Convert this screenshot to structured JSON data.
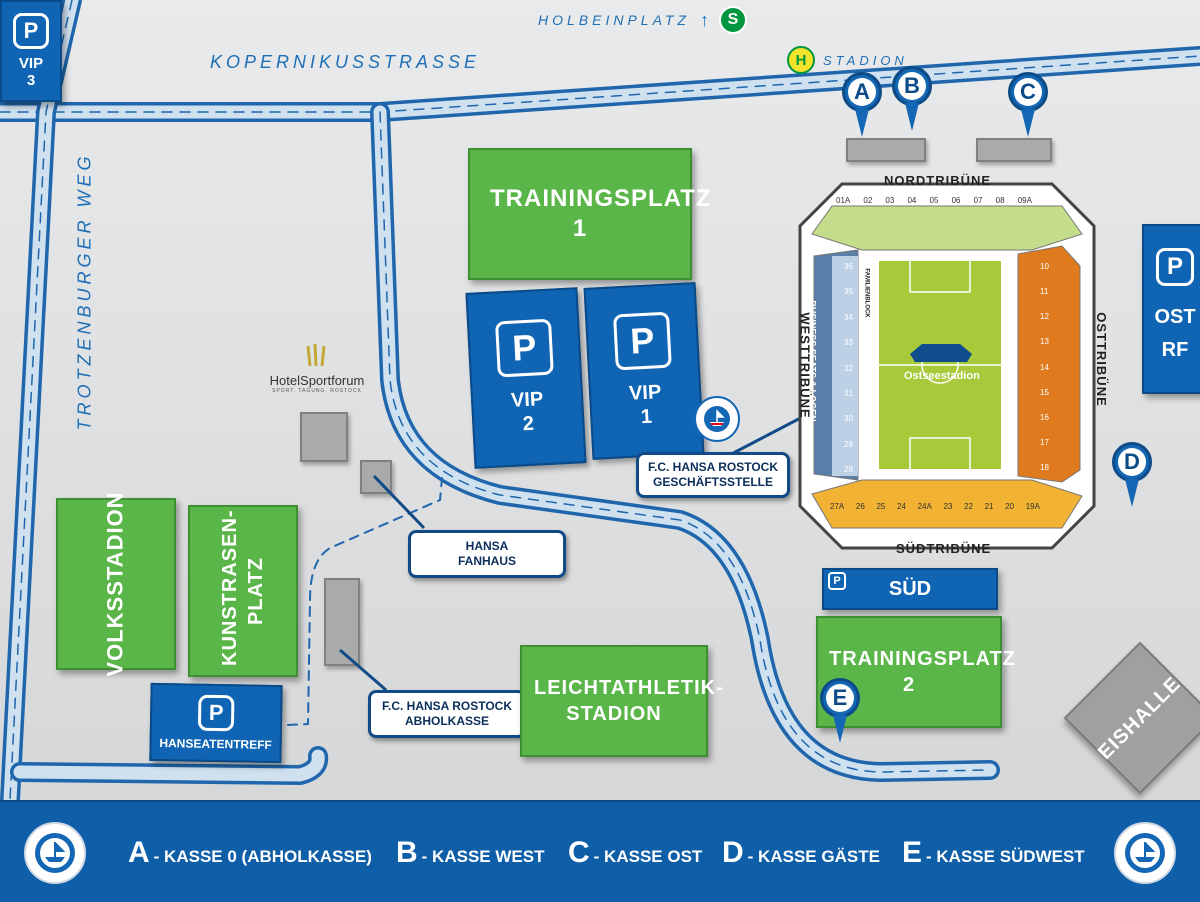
{
  "streets": {
    "kopernikus": "KOPERNIKUSSTRASSE",
    "trotzenburger": "TROTZENBURGER WEG",
    "holbeinplatz": "HOLBEINPLATZ",
    "holbeinplatz_badge": "S",
    "stadion_stop": "STADION",
    "stadion_badge": "H"
  },
  "areas": {
    "trainingsplatz1": "TRAININGSPLATZ 1",
    "trainingsplatz2": "TRAININGSPLATZ 2",
    "volksstadion": "VOLKSSTADION",
    "kunstrasenplatz": "KUNSTRASEN-PLATZ",
    "leichtathletik": "LEICHTATHLETIK-STADION",
    "eishalle": "EISHALLE"
  },
  "parking": {
    "symbol": "P",
    "vip3": [
      "VIP",
      "3"
    ],
    "vip2": [
      "VIP",
      "2"
    ],
    "vip1": [
      "VIP",
      "1"
    ],
    "ost": [
      "OST",
      "RF"
    ],
    "sued": "SÜD",
    "hanseatentreff": "HANSEATENTREFF"
  },
  "hotel": {
    "name": "HotelSportforum",
    "tagline": "SPORT. TAGUNG. ROSTOCK"
  },
  "callouts": {
    "geschaeftsstelle": [
      "F.C. HANSA ROSTOCK",
      "GESCHÄFTSSTELLE"
    ],
    "fanhaus": [
      "HANSA",
      "FANHAUS"
    ],
    "abholkasse": [
      "F.C. HANSA ROSTOCK",
      "ABHOLKASSE"
    ]
  },
  "stadium": {
    "name": "Ostseestadion",
    "nord": "NORDTRIBÜNE",
    "sued": "SÜDTRIBÜNE",
    "west": "WESTTRIBÜNE",
    "ost": "OSTTRIBÜNE",
    "business": "BUSINESS SEATS & LOGEN",
    "familien": "FAMILIENBLOCK",
    "nord_blocks": [
      "01A",
      "02",
      "03",
      "04",
      "05",
      "06",
      "07",
      "08",
      "09A"
    ],
    "sued_blocks": [
      "27A",
      "26",
      "25",
      "24",
      "24A",
      "23",
      "22",
      "21",
      "20",
      "19A"
    ],
    "west_blocks": [
      "36",
      "35",
      "34",
      "33",
      "32",
      "31",
      "30",
      "29",
      "28"
    ],
    "ost_blocks": [
      "10",
      "11",
      "12",
      "13",
      "14",
      "15",
      "16",
      "17",
      "18"
    ]
  },
  "pins": [
    "A",
    "B",
    "C",
    "D",
    "E"
  ],
  "legend": [
    {
      "key": "A",
      "text": "- KASSE 0 (ABHOLKASSE)"
    },
    {
      "key": "B",
      "text": "- KASSE WEST"
    },
    {
      "key": "C",
      "text": "- KASSE OST"
    },
    {
      "key": "D",
      "text": "- KASSE GÄSTE"
    },
    {
      "key": "E",
      "text": "- KASSE SÜDWEST"
    }
  ],
  "colors": {
    "green": "#5bb64a",
    "blue": "#0f64b4",
    "ost_stand": "#e07a1f",
    "sued_stand": "#f2b233",
    "nord_stand": "#c4dd8a",
    "west_stand": "#5a7fa8",
    "pitch": "#a7c93a"
  }
}
